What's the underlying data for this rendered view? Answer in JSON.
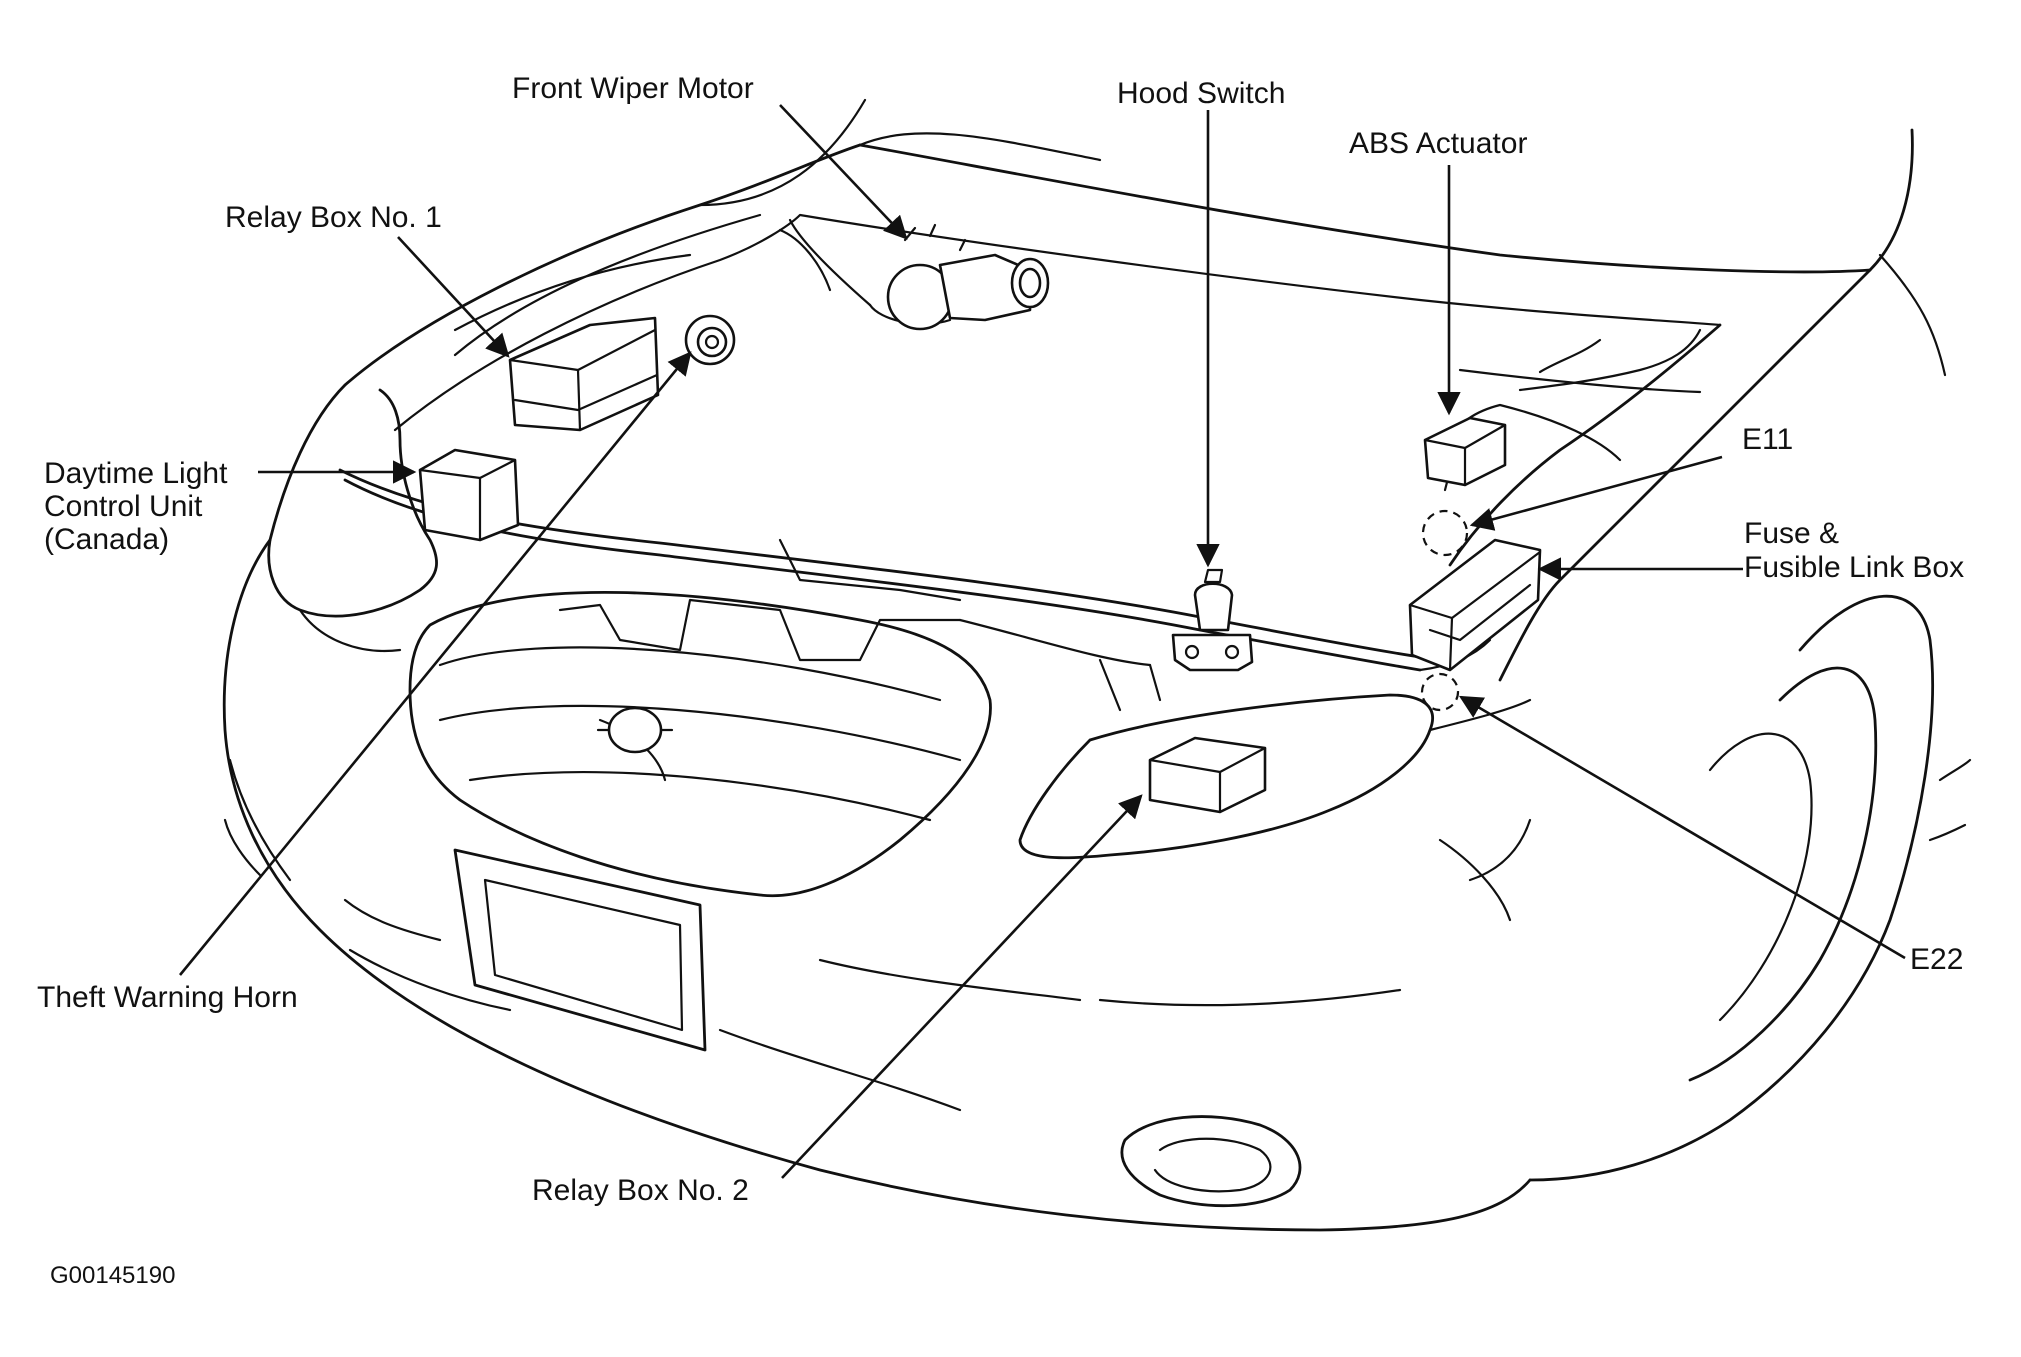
{
  "labels": {
    "front_wiper_motor": "Front Wiper Motor",
    "hood_switch": "Hood Switch",
    "abs_actuator": "ABS Actuator",
    "relay_box_1": "Relay Box No. 1",
    "daytime_light_1": "Daytime Light",
    "daytime_light_2": "Control Unit",
    "daytime_light_3": "(Canada)",
    "e11": "E11",
    "fuse_box_1": "Fuse &",
    "fuse_box_2": "Fusible Link Box",
    "theft_warning_horn": "Theft Warning Horn",
    "e22": "E22",
    "relay_box_2": "Relay Box No. 2"
  },
  "figure_code": "G00145190",
  "colors": {
    "line": "#111111",
    "background": "#ffffff"
  }
}
